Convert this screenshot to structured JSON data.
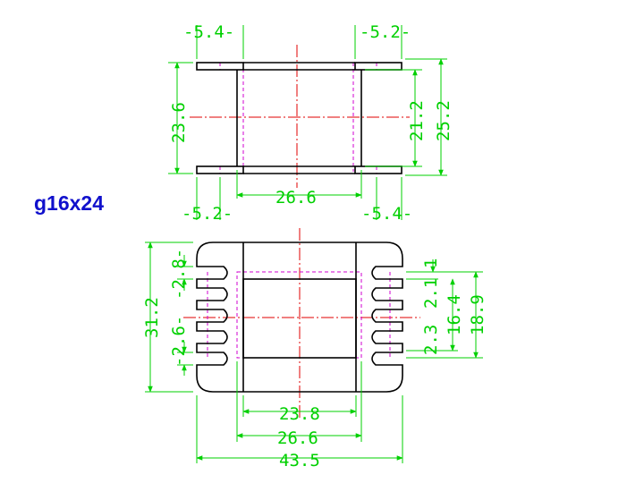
{
  "title": "g16x24",
  "colors": {
    "body": "#000000",
    "dimension": "#00d000",
    "centerline": "#e00000",
    "hidden": "#d000d0",
    "title": "#1010cc"
  },
  "top_view": {
    "dims": {
      "flange_left_top": "-5.4-",
      "flange_right_top": "-5.2-",
      "flange_left_bottom": "-5.2-",
      "flange_right_bottom": "-5.4-",
      "length": "26.6",
      "height_left": "23.6",
      "inner_height": "21.2",
      "outer_height": "25.2"
    }
  },
  "bottom_view": {
    "dims": {
      "outer_height": "31.2",
      "slot_top": "-2.8-",
      "slot_bottom": "-2.6-",
      "pin_top": "1",
      "pitch_a": "2.1",
      "pitch_b": "2.3",
      "inner_span": "16.4",
      "outer_span": "18.9",
      "core_width": "23.8",
      "bobbin_width": "26.6",
      "overall_width": "43.5"
    }
  }
}
